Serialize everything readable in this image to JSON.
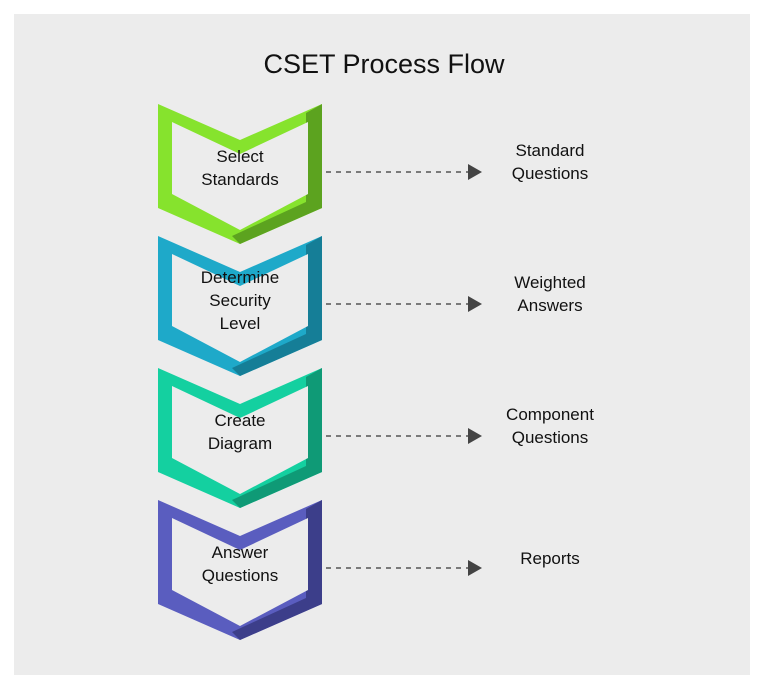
{
  "title": "CSET Process Flow",
  "steps": [
    {
      "lines": [
        "Select",
        "Standards"
      ],
      "output": [
        "Standard",
        "Questions"
      ],
      "color_light": "#86e32d",
      "color_dark": "#5ca31f"
    },
    {
      "lines": [
        "Determine",
        "Security",
        "Level"
      ],
      "output": [
        "Weighted",
        "Answers"
      ],
      "color_light": "#1ea9c9",
      "color_dark": "#157e97"
    },
    {
      "lines": [
        "Create",
        "Diagram"
      ],
      "output": [
        "Component",
        "Questions"
      ],
      "color_light": "#14d0a0",
      "color_dark": "#0f9a76"
    },
    {
      "lines": [
        "Answer",
        "Questions"
      ],
      "output": [
        "Reports"
      ],
      "color_light": "#5a5dbf",
      "color_dark": "#3c3e8a"
    }
  ]
}
